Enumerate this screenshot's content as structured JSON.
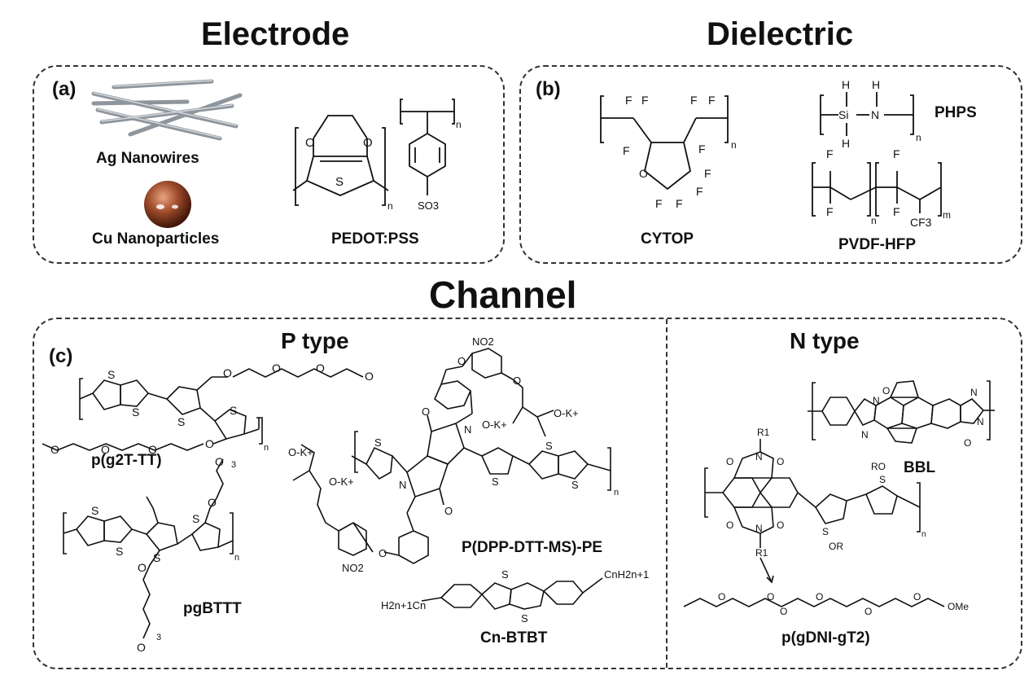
{
  "sections": {
    "electrode": "Electrode",
    "dielectric": "Dielectric",
    "channel": "Channel"
  },
  "panel_a": {
    "label": "(a)",
    "items": {
      "ag": "Ag Nanowires",
      "cu": "Cu Nanoparticles",
      "pedot": "PEDOT:PSS"
    }
  },
  "panel_b": {
    "label": "(b)",
    "items": {
      "cytop": "CYTOP",
      "phps": "PHPS",
      "pvdf": "PVDF-HFP"
    }
  },
  "panel_c": {
    "label": "(c)",
    "p_type": {
      "title": "P type",
      "items": {
        "g2t": "p(g2T-TT)",
        "pgbttt": "pgBTTT",
        "dpp": "P(DPP-DTT-MS)-PE",
        "btbt": "Cn-BTBT"
      }
    },
    "n_type": {
      "title": "N type",
      "items": {
        "bbl": "BBL",
        "gdni": "p(gDNI-gT2)"
      }
    }
  },
  "atoms": {
    "F": "F",
    "O": "O",
    "S": "S",
    "N": "N",
    "H": "H",
    "Si": "Si",
    "n": "n",
    "m": "m",
    "so3": "SO3",
    "cf3": "CF3",
    "no2": "NO2",
    "ok": "O-K+",
    "r1": "R1",
    "ro": "RO",
    "or": "OR",
    "ome": "OMe",
    "cnh": "CnH2n+1",
    "hcn": "H2n+1Cn",
    "three": "3"
  }
}
